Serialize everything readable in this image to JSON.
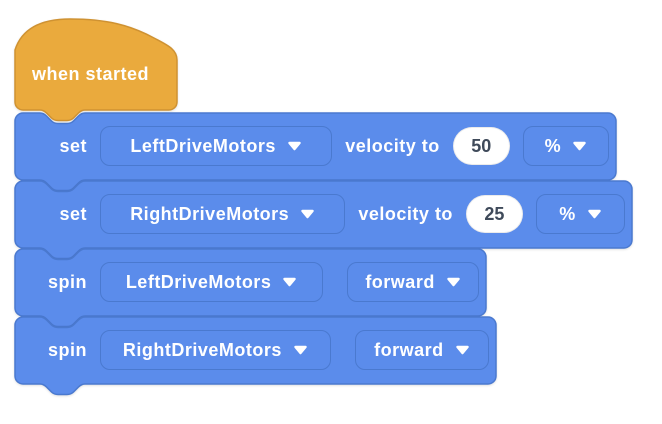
{
  "palette": {
    "block_fill": "#5b8ceb",
    "block_stroke": "#4a79cf",
    "hat_fill": "#eaaa3d",
    "hat_stroke": "#cf9232",
    "block_text": "#ffffff",
    "input_fill": "#ffffff",
    "input_text": "#3f4a5a"
  },
  "icons": {
    "dropdown_arrow": "triangle-down"
  },
  "blocks": [
    {
      "id": "when-started",
      "type": "hat",
      "label": "when started"
    },
    {
      "id": "set-left-velocity",
      "type": "set_velocity",
      "keyword": "set",
      "motor": "LeftDriveMotors",
      "phrase": "velocity to",
      "value": "50",
      "unit": "%"
    },
    {
      "id": "set-right-velocity",
      "type": "set_velocity",
      "keyword": "set",
      "motor": "RightDriveMotors",
      "phrase": "velocity to",
      "value": "25",
      "unit": "%"
    },
    {
      "id": "spin-left",
      "type": "spin",
      "keyword": "spin",
      "motor": "LeftDriveMotors",
      "direction": "forward"
    },
    {
      "id": "spin-right",
      "type": "spin",
      "keyword": "spin",
      "motor": "RightDriveMotors",
      "direction": "forward"
    }
  ]
}
